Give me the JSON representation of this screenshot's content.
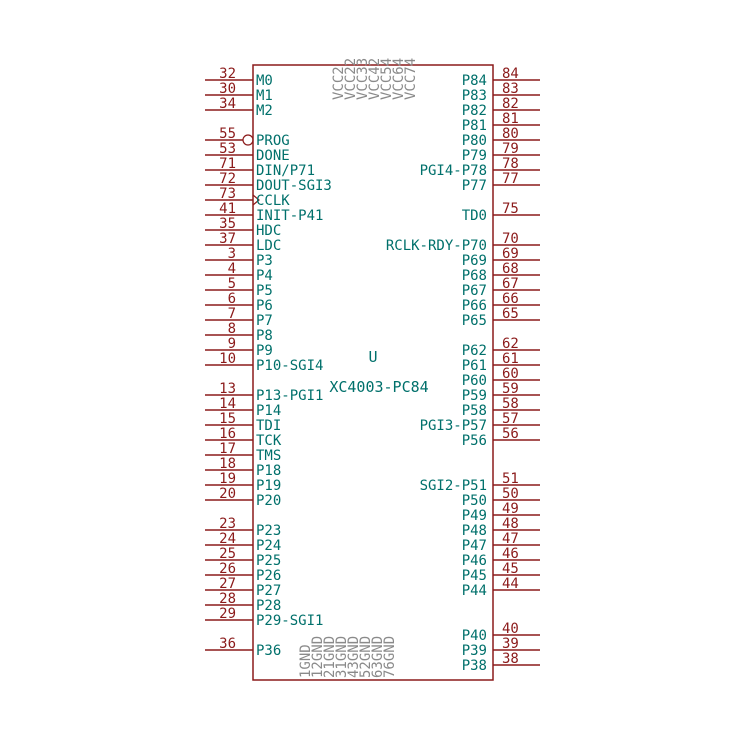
{
  "component": {
    "reference": "U",
    "value": "XC4003-PC84"
  },
  "colors": {
    "body_outline": "#8b1a1a",
    "pin_line": "#8b1a1a",
    "pin_number": "#8b1a1a",
    "pin_name": "#00706b",
    "power_pin_name": "#8a8a8a",
    "background": "#ffffff"
  },
  "left_pins": [
    {
      "number": "32",
      "name": "M0"
    },
    {
      "number": "30",
      "name": "M1"
    },
    {
      "number": "34",
      "name": "M2"
    },
    {
      "number": "55",
      "name": "PROG",
      "inverted": true
    },
    {
      "number": "53",
      "name": "DONE"
    },
    {
      "number": "71",
      "name": "DIN/P71"
    },
    {
      "number": "72",
      "name": "DOUT-SGI3"
    },
    {
      "number": "73",
      "name": "CCLK",
      "clock": true
    },
    {
      "number": "41",
      "name": "INIT-P41"
    },
    {
      "number": "35",
      "name": "HDC"
    },
    {
      "number": "37",
      "name": "LDC"
    },
    {
      "number": "3",
      "name": "P3"
    },
    {
      "number": "4",
      "name": "P4"
    },
    {
      "number": "5",
      "name": "P5"
    },
    {
      "number": "6",
      "name": "P6"
    },
    {
      "number": "7",
      "name": "P7"
    },
    {
      "number": "8",
      "name": "P8"
    },
    {
      "number": "9",
      "name": "P9"
    },
    {
      "number": "10",
      "name": "P10-SGI4"
    },
    {
      "number": "13",
      "name": "P13-PGI1"
    },
    {
      "number": "14",
      "name": "P14"
    },
    {
      "number": "15",
      "name": "TDI"
    },
    {
      "number": "16",
      "name": "TCK"
    },
    {
      "number": "17",
      "name": "TMS"
    },
    {
      "number": "18",
      "name": "P18"
    },
    {
      "number": "19",
      "name": "P19"
    },
    {
      "number": "20",
      "name": "P20"
    },
    {
      "number": "23",
      "name": "P23"
    },
    {
      "number": "24",
      "name": "P24"
    },
    {
      "number": "25",
      "name": "P25"
    },
    {
      "number": "26",
      "name": "P26"
    },
    {
      "number": "27",
      "name": "P27"
    },
    {
      "number": "28",
      "name": "P28"
    },
    {
      "number": "29",
      "name": "P29-SGI1"
    },
    {
      "number": "36",
      "name": "P36"
    }
  ],
  "right_pins": [
    {
      "number": "84",
      "name": "P84"
    },
    {
      "number": "83",
      "name": "P83"
    },
    {
      "number": "82",
      "name": "P82"
    },
    {
      "number": "81",
      "name": "P81"
    },
    {
      "number": "80",
      "name": "P80"
    },
    {
      "number": "79",
      "name": "P79"
    },
    {
      "number": "78",
      "name": "PGI4-P78"
    },
    {
      "number": "77",
      "name": "P77"
    },
    {
      "number": "75",
      "name": "TD0"
    },
    {
      "number": "70",
      "name": "RCLK-RDY-P70"
    },
    {
      "number": "69",
      "name": "P69"
    },
    {
      "number": "68",
      "name": "P68"
    },
    {
      "number": "67",
      "name": "P67"
    },
    {
      "number": "66",
      "name": "P66"
    },
    {
      "number": "65",
      "name": "P65"
    },
    {
      "number": "62",
      "name": "P62"
    },
    {
      "number": "61",
      "name": "P61"
    },
    {
      "number": "60",
      "name": "P60"
    },
    {
      "number": "59",
      "name": "P59"
    },
    {
      "number": "58",
      "name": "P58"
    },
    {
      "number": "57",
      "name": "PGI3-P57"
    },
    {
      "number": "56",
      "name": "P56"
    },
    {
      "number": "51",
      "name": "SGI2-P51"
    },
    {
      "number": "50",
      "name": "P50"
    },
    {
      "number": "49",
      "name": "P49"
    },
    {
      "number": "48",
      "name": "P48"
    },
    {
      "number": "47",
      "name": "P47"
    },
    {
      "number": "46",
      "name": "P46"
    },
    {
      "number": "45",
      "name": "P45"
    },
    {
      "number": "44",
      "name": "P44"
    },
    {
      "number": "40",
      "name": "P40"
    },
    {
      "number": "39",
      "name": "P39"
    },
    {
      "number": "38",
      "name": "P38"
    }
  ],
  "top_power_pins": [
    {
      "number": "2",
      "name": "VCC"
    },
    {
      "number": "22",
      "name": "VCC"
    },
    {
      "number": "33",
      "name": "VCC"
    },
    {
      "number": "42",
      "name": "VCC"
    },
    {
      "number": "54",
      "name": "VCC"
    },
    {
      "number": "64",
      "name": "VCC"
    },
    {
      "number": "74",
      "name": "VCC"
    }
  ],
  "bottom_power_pins": [
    {
      "number": "1",
      "name": "GND"
    },
    {
      "number": "12",
      "name": "GND"
    },
    {
      "number": "21",
      "name": "GND"
    },
    {
      "number": "31",
      "name": "GND"
    },
    {
      "number": "43",
      "name": "GND"
    },
    {
      "number": "52",
      "name": "GND"
    },
    {
      "number": "63",
      "name": "GND"
    },
    {
      "number": "76",
      "name": "GND"
    }
  ]
}
